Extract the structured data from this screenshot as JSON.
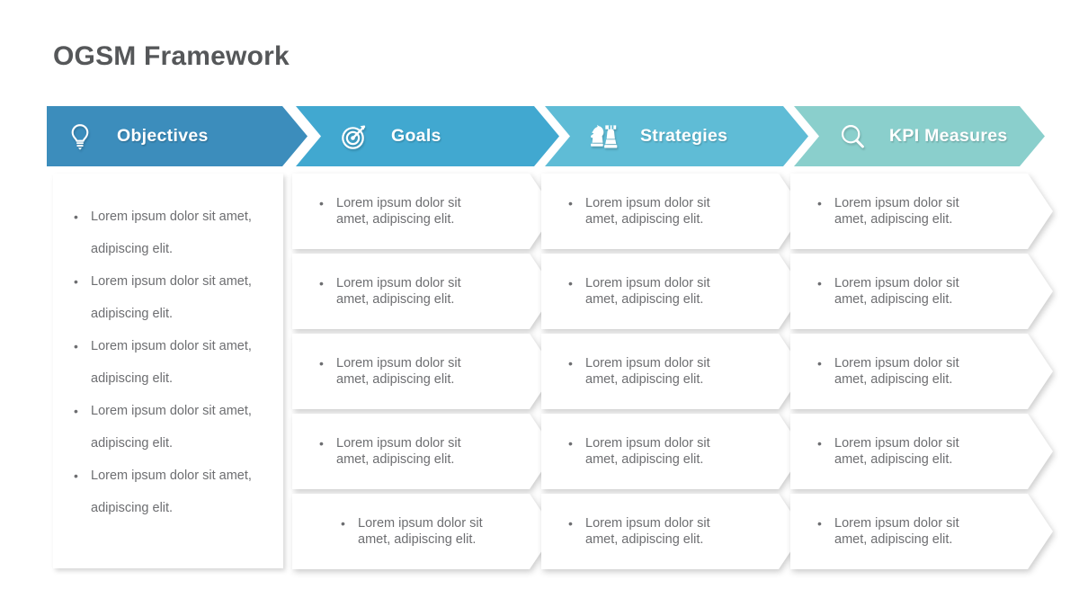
{
  "page": {
    "title": "OGSM Framework"
  },
  "colors": {
    "title_text": "#555759",
    "body_text": "#6d6e71",
    "objectives": "#3c8dbc",
    "goals": "#41a8d0",
    "strategies": "#5fbcd6",
    "kpi_measures": "#8acfcc",
    "card_background": "#ffffff",
    "page_background": "#ffffff"
  },
  "header": {
    "columns": [
      {
        "label": "Objectives",
        "icon": "lightbulb-icon",
        "color": "#3c8dbc"
      },
      {
        "label": "Goals",
        "icon": "target-arrow-icon",
        "color": "#41a8d0"
      },
      {
        "label": "Strategies",
        "icon": "chess-pieces-icon",
        "color": "#5fbcd6"
      },
      {
        "label": "KPI Measures",
        "icon": "magnifying-glass-icon",
        "color": "#8acfcc"
      }
    ]
  },
  "objectives": {
    "bullet": "•",
    "items": [
      "Lorem ipsum dolor sit amet, adipiscing elit.",
      "Lorem ipsum dolor sit amet, adipiscing elit.",
      "Lorem ipsum dolor sit amet, adipiscing elit.",
      "Lorem ipsum dolor sit amet, adipiscing elit.",
      "Lorem ipsum dolor sit amet, adipiscing elit."
    ]
  },
  "body": {
    "bullet": "•",
    "line1": "Lorem ipsum dolor sit",
    "line2": "amet, adipiscing elit.",
    "rows": [
      {
        "goals": "Lorem ipsum dolor sit amet, adipiscing elit.",
        "strategies": "Lorem ipsum dolor sit amet, adipiscing elit.",
        "kpi": "Lorem ipsum dolor sit amet, adipiscing elit."
      },
      {
        "goals": "Lorem ipsum dolor sit amet, adipiscing elit.",
        "strategies": "Lorem ipsum dolor sit amet, adipiscing elit.",
        "kpi": "Lorem ipsum dolor sit amet, adipiscing elit."
      },
      {
        "goals": "Lorem ipsum dolor sit amet, adipiscing elit.",
        "strategies": "Lorem ipsum dolor sit amet, adipiscing elit.",
        "kpi": "Lorem ipsum dolor sit amet, adipiscing elit."
      },
      {
        "goals": "Lorem ipsum dolor sit amet, adipiscing elit.",
        "strategies": "Lorem ipsum dolor sit amet, adipiscing elit.",
        "kpi": "Lorem ipsum dolor sit amet, adipiscing elit."
      },
      {
        "goals": "Lorem ipsum dolor sit amet, adipiscing elit.",
        "strategies": "Lorem ipsum dolor sit amet, adipiscing elit.",
        "kpi": "Lorem ipsum dolor sit amet, adipiscing elit."
      }
    ]
  }
}
